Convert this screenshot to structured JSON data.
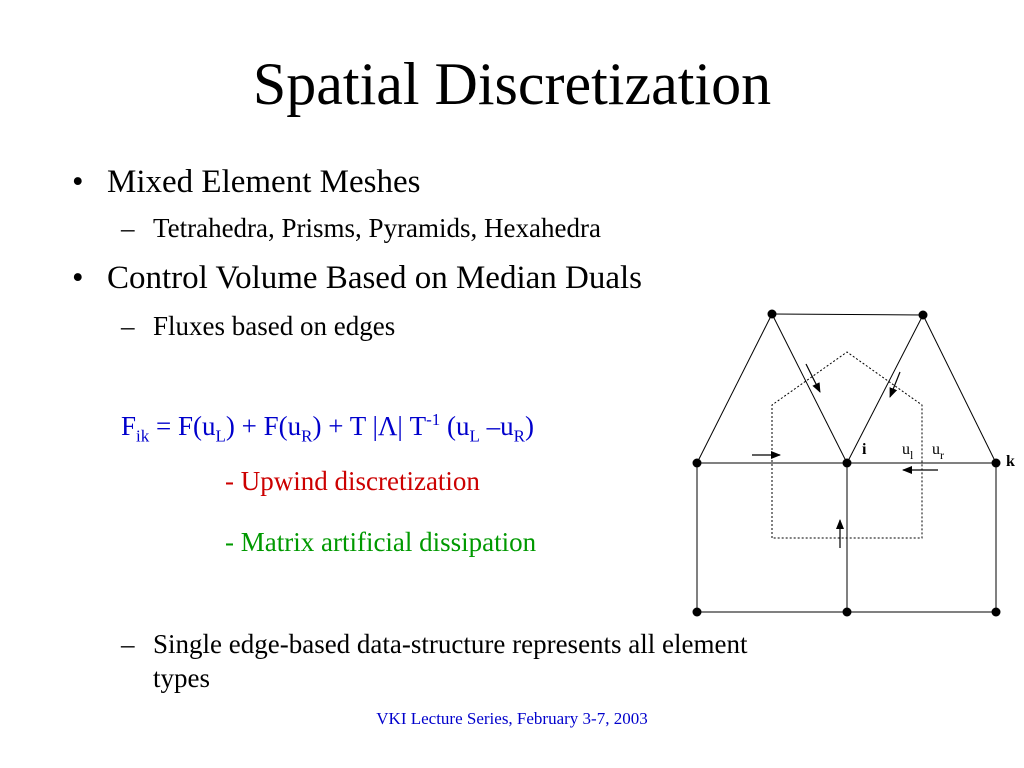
{
  "slide": {
    "title": "Spatial Discretization",
    "bullets": [
      {
        "text": "Mixed Element Meshes",
        "sub": "Tetrahedra, Prisms, Pyramids, Hexahedra"
      },
      {
        "text": "Control Volume Based on Median Duals",
        "sub": "Fluxes based on edges"
      }
    ],
    "bullet_glyph": "•",
    "dash_glyph": "–",
    "formula": {
      "F": "F",
      "ik": "ik",
      "eq_FuL": " = F(u",
      "L1": "L",
      "plus_FuR": ") + F(u",
      "R1": "R",
      "plus_T": ") + T |Λ| T",
      "minus1": "-1",
      "open_uL": " (u",
      "L2": "L",
      "minus_uR": " –u",
      "R2": "R",
      "close": ")",
      "color": "#0000cc"
    },
    "upwind": {
      "text": "- Upwind discretization",
      "color": "#cc0000"
    },
    "matrix": {
      "text": "- Matrix artificial dissipation",
      "color": "#009900"
    },
    "last_bullet": {
      "line1": "Single edge-based data-structure represents all element",
      "line2": "types"
    },
    "footer": {
      "text": "VKI Lecture Series, February 3-7, 2003",
      "color": "#0000cc"
    }
  },
  "diagram": {
    "label_i": "i",
    "label_k": "k",
    "label_ul": "u",
    "label_ul_sub": "l",
    "label_ur": "u",
    "label_ur_sub": "r"
  }
}
